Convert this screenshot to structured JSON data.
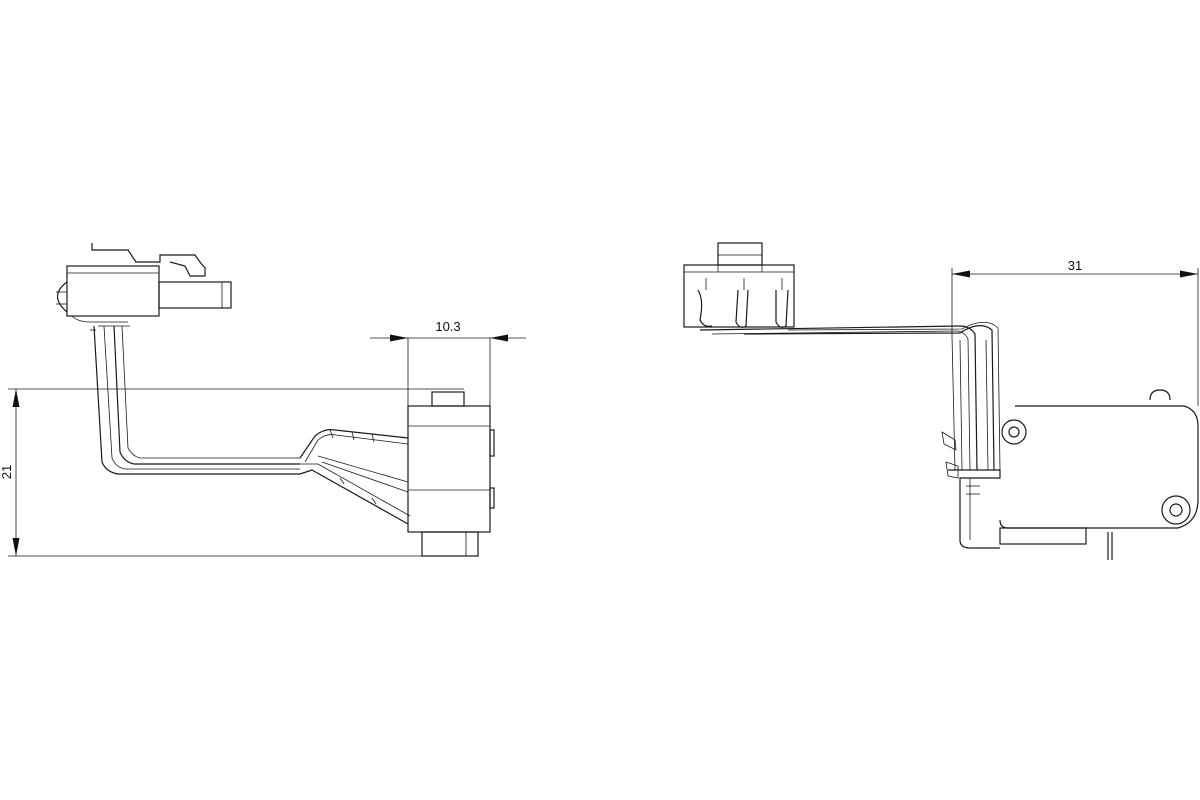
{
  "dimensions": {
    "side_view_width": "10.3",
    "side_view_height": "21",
    "front_view_width": "31"
  }
}
